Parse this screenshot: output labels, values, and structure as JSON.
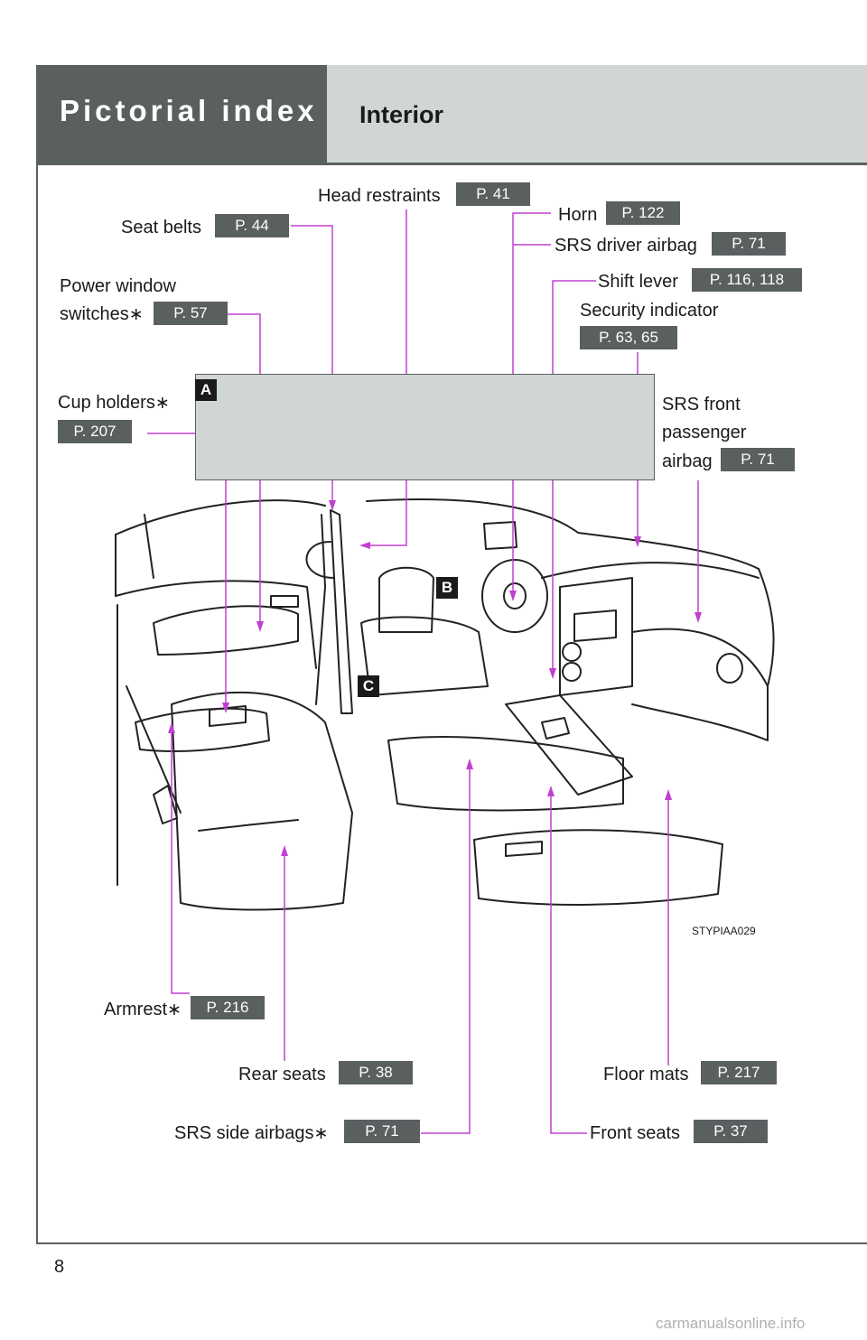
{
  "header": {
    "title": "Pictorial index",
    "subtitle": "Interior"
  },
  "labels": {
    "head_restraints": {
      "text": "Head restraints",
      "ref": "P. 41"
    },
    "seat_belts": {
      "text": "Seat belts",
      "ref": "P. 44"
    },
    "horn": {
      "text": "Horn",
      "ref": "P. 122"
    },
    "srs_driver_airbag": {
      "text": "SRS driver airbag",
      "ref": "P. 71"
    },
    "power_window_switches": {
      "line1": "Power window",
      "line2": "switches",
      "star": "∗",
      "ref": "P. 57"
    },
    "shift_lever": {
      "text": "Shift lever",
      "ref": "P. 116, 118"
    },
    "security_indicator": {
      "text": "Security indicator",
      "ref": "P. 63, 65"
    },
    "cup_holders": {
      "text": "Cup holders",
      "star": "∗",
      "ref": "P. 207"
    },
    "srs_front_passenger_airbag": {
      "line1": "SRS front",
      "line2": "passenger",
      "line3": "airbag",
      "ref": "P. 71"
    },
    "armrest": {
      "text": "Armrest",
      "star": "∗",
      "ref": "P. 216"
    },
    "rear_seats": {
      "text": "Rear seats",
      "ref": "P. 38"
    },
    "floor_mats": {
      "text": "Floor mats",
      "ref": "P. 217"
    },
    "srs_side_airbags": {
      "text": "SRS side airbags",
      "star": "∗",
      "ref": "P. 71"
    },
    "front_seats": {
      "text": "Front seats",
      "ref": "P. 37"
    }
  },
  "callouts": {
    "a": "A",
    "b": "B",
    "c": "C"
  },
  "image_code": "STYPIAA029",
  "page_number": "8",
  "watermark": "carmanualsonline.info",
  "colors": {
    "header_dark": "#5a5f60",
    "header_light": "#d0d6d5",
    "leader_line": "#c040d0",
    "ref_badge": "#5a5f60"
  }
}
